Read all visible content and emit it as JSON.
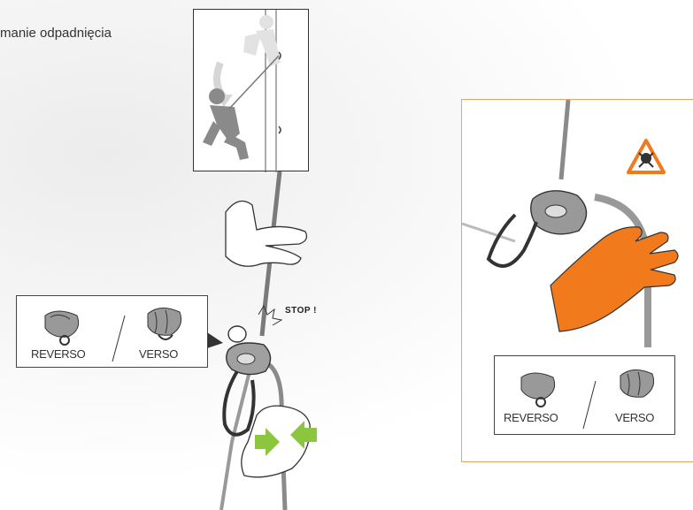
{
  "caption": "manie odpadnięcia",
  "stop_label": "STOP !",
  "left_device_box": {
    "label_a": "REVERSO",
    "label_b": "VERSO"
  },
  "right_device_box": {
    "label_a": "REVERSO",
    "label_b": "VERSO"
  },
  "warning_icon": "skull-crossbones-warning-icon",
  "colors": {
    "accent_orange": "#F07A1C",
    "arrow_green": "#8CC63F",
    "rope_gray": "#7a7a7a"
  }
}
